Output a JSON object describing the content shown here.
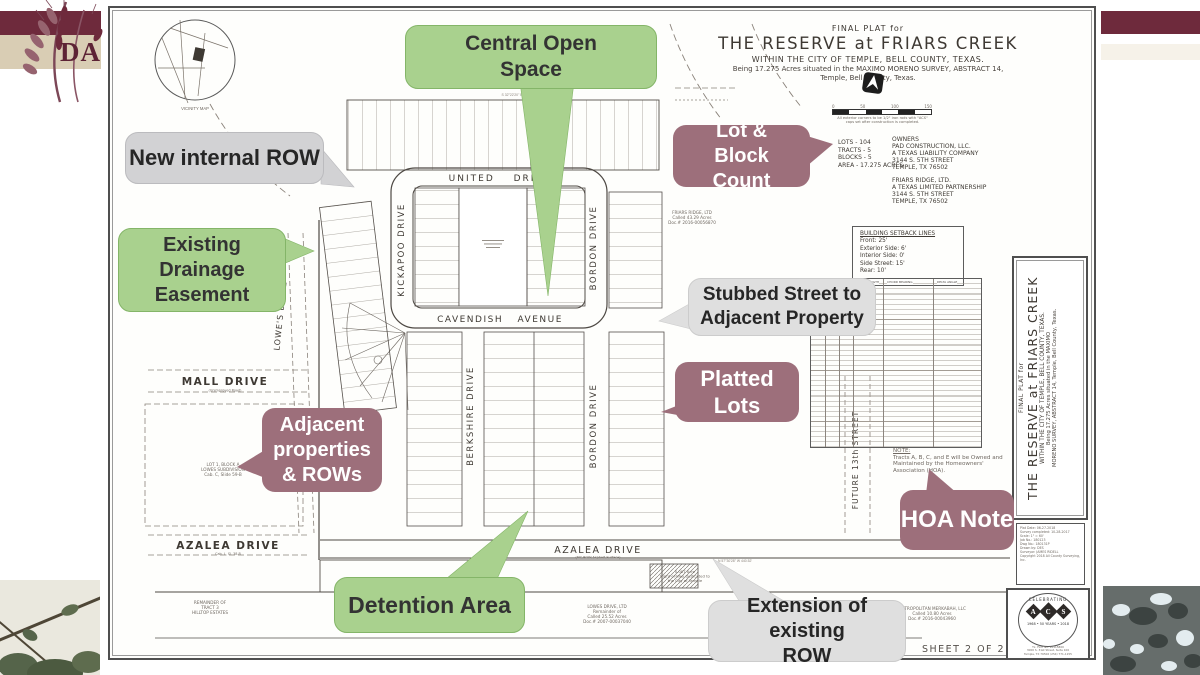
{
  "deco": {
    "logo_letters": "DA"
  },
  "callouts": {
    "central": "Central Open Space",
    "new_row": "New internal ROW",
    "drainage": "Existing Drainage Easement",
    "lot_block": "Lot & Block Count",
    "stubbed": "Stubbed Street to Adjacent Property",
    "platted": "Platted Lots",
    "adjacent": "Adjacent properties & ROWs",
    "hoa": "HOA Note",
    "detention": "Detention Area",
    "extension": "Extension of existing ROW"
  },
  "title": {
    "l1": "FINAL PLAT for",
    "l2": "THE RESERVE at FRIARS CREEK",
    "l3": "WITHIN THE CITY OF TEMPLE, BELL COUNTY, TEXAS.",
    "l4": "Being 17.275 Acres situated in the MAXIMO MORENO SURVEY, ABSTRACT 14,",
    "l5": "Temple, Bell County, Texas."
  },
  "scalebar": {
    "ticks": [
      "0",
      "50",
      "100",
      "150"
    ],
    "note1": "All exterior corners to be 1/2\" iron rods with \"ACS\"",
    "note2": "caps set after construction is completed."
  },
  "stats": [
    "LOTS - 104",
    "TRACTS - 5",
    "BLOCKS - 5",
    "AREA - 17.275 ACRES"
  ],
  "owners": {
    "heading": "OWNERS",
    "b1": [
      "PAD CONSTRUCTION, LLC.",
      "A TEXAS LIABILITY COMPANY",
      "3144 S. 5TH STREET",
      "TEMPLE, TX 76502"
    ],
    "b2": [
      "FRIARS RIDGE, LTD.",
      "A TEXAS LIMITED PARTNERSHIP",
      "3144 S. 5TH STREET",
      "TEMPLE, TX 76502"
    ]
  },
  "setbacks": {
    "heading": "BUILDING SETBACK LINES",
    "rows": [
      "Front: 25'",
      "Exterior Side: 6'",
      "Interior Side: 0'",
      "Side Street: 15'",
      "Rear: 10'"
    ]
  },
  "hoa_note": {
    "heading": "NOTE:",
    "l1": "Tracts A, B, C, and E will be Owned and",
    "l2": "Maintained by the Homeowners'",
    "l3": "Association (HOA)."
  },
  "streets": {
    "united": "UNITED DRIVE",
    "cavendish": "CAVENDISH AVENUE",
    "kickapoo": "KICKAPOO DRIVE",
    "berkshire": "BERKSHIRE DRIVE",
    "bordon": "BORDON DRIVE",
    "lowes": "LOWE'S DRIVE",
    "mall": "MALL DRIVE",
    "azalea": "AZALEA DRIVE",
    "future13": "FUTURE 13th STREET"
  },
  "curve_table": {
    "h1": "CHORD LENGTH",
    "h2": "CHORD BEARING",
    "h3": "DELTA ANGLE"
  },
  "notes": {
    "vicinity": "VICINITY MAP",
    "friars": [
      "FRIARS RIDGE, LTD",
      "Called 43.29 Acres",
      "Doc.# 2016-00056870"
    ],
    "lot1": [
      "LOT 1, BLOCK A",
      "LOWES SUBDIVISION",
      "Cab. C, Slide 59-B"
    ],
    "lowes_ltd": [
      "LOWES DRIVE, LTD",
      "Remainder of",
      "Called 25.52 Acres",
      "Doc.# 2007-00037040"
    ],
    "metro": [
      "METROPOLITAN MERKABAH, LLC",
      "Called 10.80 Acres",
      "Doc.# 2016-00043960"
    ],
    "row_ded": [
      "0.087 Acre",
      "Right-of-Way Dedicated to",
      "the City of Temple"
    ],
    "mccandless": [
      "REMAINDER OF",
      "TRACT 3",
      "HILLTOP ESTATES"
    ],
    "mall_sub": "(Unimproved Road)",
    "azalea_sub": "(60' ROW Asphalt Surface)",
    "azaleaL_sub": "Cab. L, Sl. 38-B",
    "bearing_top": "S 32°22'20\" E   419.26'",
    "bearing_azalea": "N 57°30'28\" W   440.52'"
  },
  "strip": [
    "FINAL PLAT for",
    "THE RESERVE at FRIARS CREEK",
    "WITHIN THE CITY OF TEMPLE, BELL COUNTY, TEXAS.",
    "Being 17.275 Acres situated in the MAXIMO",
    "MORENO SURVEY, ABSTRACT 14, Temple, Bell County, Texas."
  ],
  "infobox": {
    "rows": [
      "Plat Date: 06-27-2018",
      "Survey completed: 10-28-2017",
      "Scale: 1\" = 60'",
      "Job No.: 180123",
      "Dwg No.: 180131P",
      "Drawn by: DES",
      "Surveyor: JAMES RIDELL",
      "Copyright 2018 All County Surveying, Inc."
    ]
  },
  "seal": {
    "arc": "CELEBRATING",
    "a": "A",
    "c": "C",
    "s": "S",
    "years": "1968  •  50 YEARS  •  2018",
    "firm": [
      "Tx. Firm No. 10115800",
      "3000 S. 31st Street, Suite 100",
      "Temple, TX 76502  (254) 771-1155"
    ]
  },
  "sheet_label": "SHEET 2 OF 2"
}
